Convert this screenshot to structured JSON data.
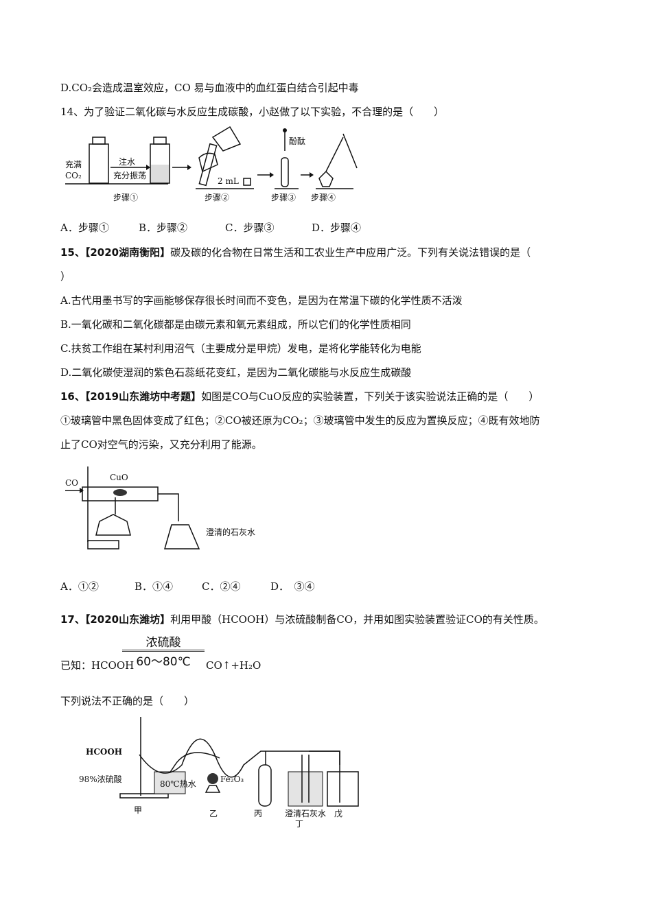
{
  "q13": {
    "option_d": "D.CO₂会造成温室效应，CO 易与血液中的血红蛋白结合引起中毒"
  },
  "q14": {
    "stem": "14、为了验证二氧化碳与水反应生成碳酸，小赵做了以下实验，不合理的是（　　）",
    "figure": {
      "label_fill": "充满",
      "label_co2": "CO₂",
      "label_add_water": "注水",
      "label_shake": "充分振荡",
      "label_2ml": "2 mL",
      "label_phenol": "酚酞",
      "steps": [
        "步骤①",
        "步骤②",
        "步骤③",
        "步骤④"
      ]
    },
    "options": [
      "A．步骤①",
      "B．步骤②",
      "C．步骤③",
      "D．步骤④"
    ]
  },
  "q15": {
    "number": "15、",
    "source": "【2020湖南衡阳】",
    "stem": "碳及碳的化合物在日常生活和工农业生产中应用广泛。下列有关说法错误的是（",
    "stem_end": "）",
    "options": [
      "A.古代用墨书写的字画能够保存很长时间而不变色，是因为在常温下碳的化学性质不活泼",
      "B.一氧化碳和二氧化碳都是由碳元素和氧元素组成，所以它们的化学性质相同",
      "C.扶贫工作组在某村利用沼气（主要成分是甲烷）发电，是将化学能转化为电能",
      "D.二氧化碳使湿润的紫色石蕊纸花变红，是因为二氧化碳能与水反应生成碳酸"
    ]
  },
  "q16": {
    "number": "16、",
    "source": "【2019山东潍坊中考题】",
    "stem": "如图是CO与CuO反应的实验装置，下列关于该实验说法正确的是（　　）",
    "statements_1": "①玻璃管中黑色固体变成了红色；②CO被还原为CO₂；③玻璃管中发生的反应为置换反应；④既有效地防",
    "statements_2": "止了CO对空气的污染，又充分利用了能源。",
    "figure": {
      "label_co": "CO",
      "label_cuo": "CuO",
      "label_limewater": "澄清的石灰水"
    },
    "options": [
      "A．①②",
      "B．①④",
      "C．②④",
      "D．　③④"
    ]
  },
  "q17": {
    "number": "17、",
    "source": "【2020山东潍坊】",
    "stem": "利用甲酸（HCOOH）与浓硫酸制备CO，并用如图实验装置验证CO的有关性质。",
    "known_prefix": "已知：HCOOH",
    "condition_top": "浓硫酸",
    "condition_bottom": "60～80℃",
    "products": "CO↑+H₂O",
    "question": "下列说法不正确的是（　　）",
    "figure": {
      "label_hcooh": "HCOOH",
      "label_acid": "98%浓硫酸",
      "label_hotwater": "80℃热水",
      "label_fe2o3": "Fe₂O₃",
      "label_limewater": "澄清石灰水",
      "units": [
        "甲",
        "乙",
        "丙",
        "丁",
        "戊"
      ]
    }
  }
}
